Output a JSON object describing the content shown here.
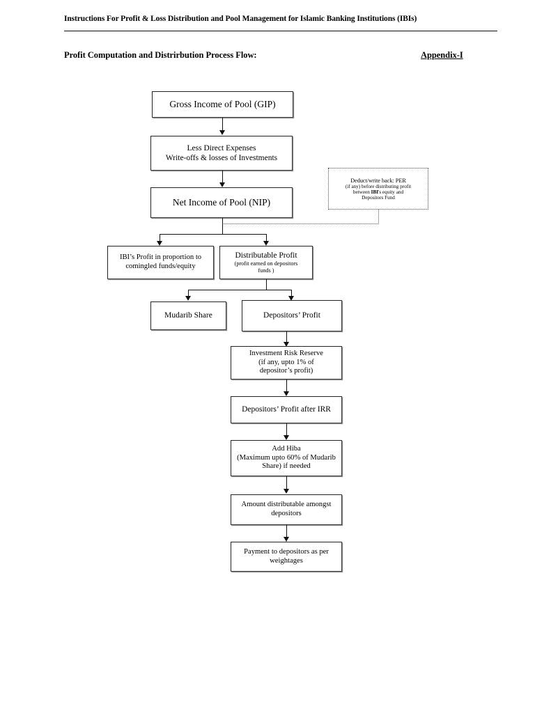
{
  "document": {
    "header_title": "Instructions For Profit & Loss Distribution and Pool Management for Islamic Banking Institutions (IBIs)",
    "section_title": "Profit Computation and Distrirbution Process Flow:",
    "appendix_label": "Appendix-I"
  },
  "flowchart": {
    "nodes": {
      "gross_income": {
        "label": "Gross Income of Pool (GIP)"
      },
      "less_direct_expenses": {
        "line1": "Less Direct Expenses",
        "line2": "Write-offs & losses of Investments"
      },
      "net_income": {
        "label": "Net Income of Pool   (NIP)"
      },
      "per_note": {
        "line1": "Deduct/write back: PER",
        "line2": "(if any) before distributing profit",
        "line3_pre": "between ",
        "line3_bold": "IBI",
        "line3_post": "'s equity and",
        "line4": "Depositors Fund"
      },
      "ibi_profit": {
        "line1": "IBI’s Profit in proportion to",
        "line2": "comingled funds/equity"
      },
      "distributable_profit": {
        "line1": "Distributable Profit",
        "line2": "(profit earned on depositors",
        "line3": "funds )"
      },
      "mudarib_share": {
        "label": "Mudarib Share"
      },
      "depositors_profit": {
        "label": "Depositors’ Profit"
      },
      "investment_risk_reserve": {
        "line1": "Investment Risk Reserve",
        "line2": "(if any, upto 1% of",
        "line3": "depositor’s profit)"
      },
      "depositors_profit_after_irr": {
        "label": "Depositors’ Profit after IRR"
      },
      "add_hiba": {
        "line1": "Add Hiba",
        "line2": "(Maximum upto 60% of Mudarib",
        "line3": "Share) if needed"
      },
      "amount_distributable": {
        "line1": "Amount distributable amongst",
        "line2": "depositors"
      },
      "payment_to_depositors": {
        "line1": "Payment to depositors as per",
        "line2": "weightages"
      }
    },
    "colors": {
      "line": "#111111",
      "box_border": "#3a3a3a",
      "box_shadow": "#8f8f8f",
      "dotted": "#555555",
      "background": "#ffffff"
    }
  }
}
